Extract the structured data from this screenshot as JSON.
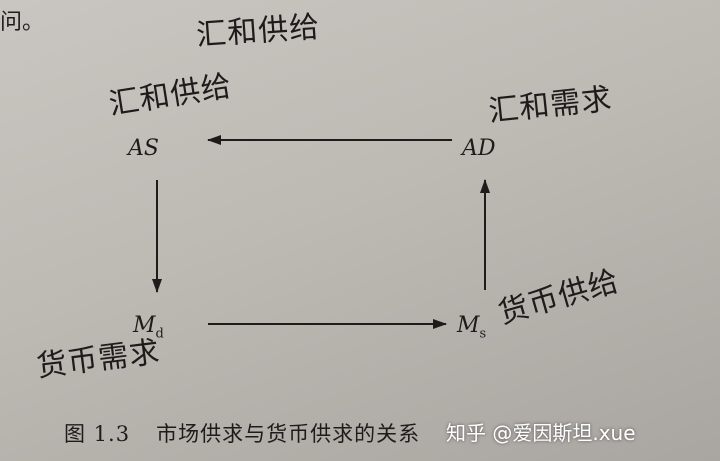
{
  "page": {
    "fragment_top": "问。",
    "nodes": {
      "as": "AS",
      "ad": "AD",
      "md_main": "M",
      "md_sub": "d",
      "ms_main": "M",
      "ms_sub": "s"
    },
    "handwriting": {
      "top": "汇和供给",
      "as": "汇和供给",
      "ad": "汇和需求",
      "md": "货币需求",
      "ms": "货币供给"
    },
    "caption": {
      "number": "图 1.3",
      "text": "市场供求与货币供求的关系"
    },
    "watermark": "知乎 @爱因斯坦.xue",
    "colors": {
      "ink": "#1d1c1b",
      "paper": "#c4c1bc"
    }
  }
}
